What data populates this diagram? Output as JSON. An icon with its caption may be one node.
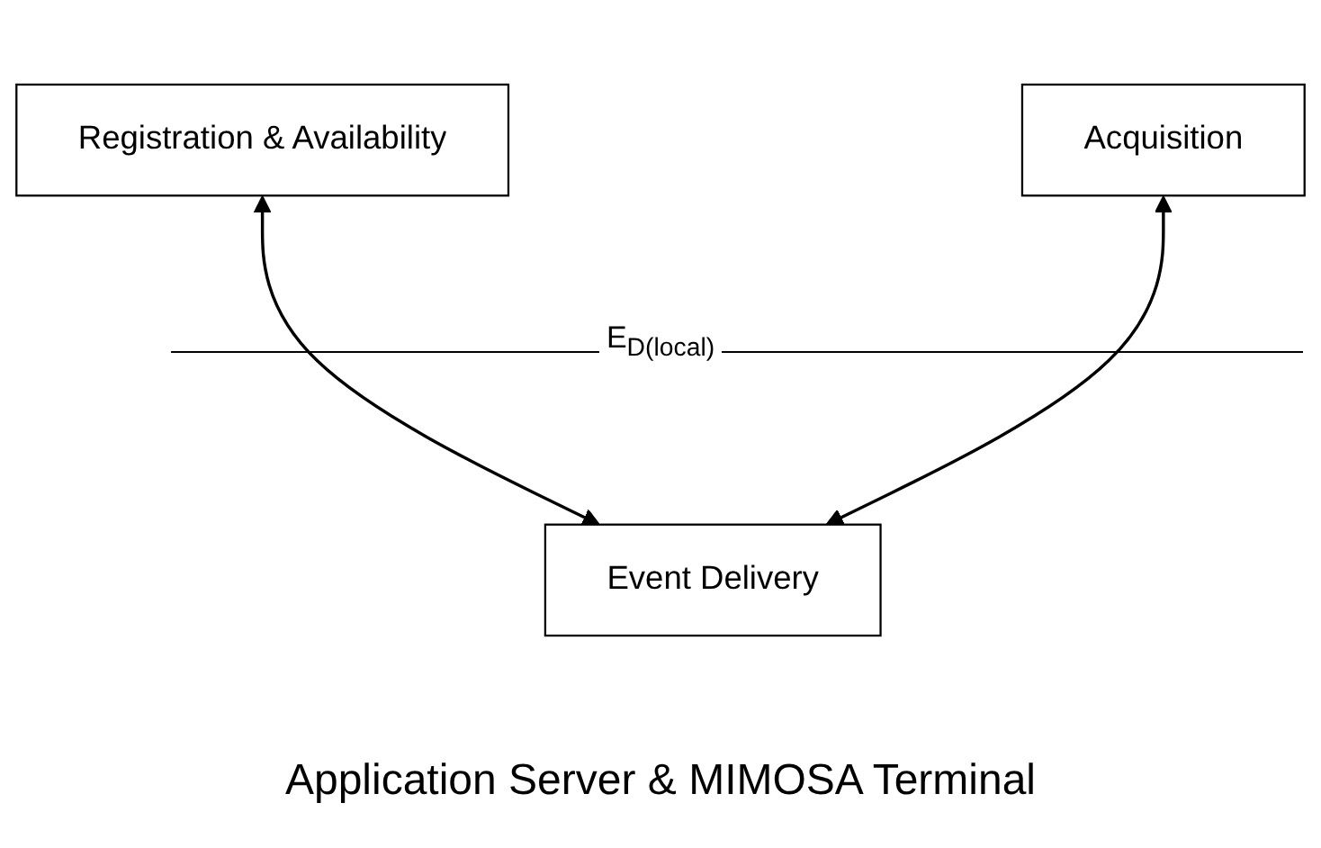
{
  "diagram": {
    "caption": "Application Server &  MIMOSA Terminal",
    "nodes": [
      {
        "text": [
          "Registration & Availability"
        ]
      },
      {
        "text": [
          "Acquisition"
        ]
      },
      {
        "text": [
          "Event Delivery"
        ]
      }
    ],
    "edges": [
      {
        "from": 0,
        "to": 2,
        "arrow": "both"
      },
      {
        "from": 1,
        "to": 2,
        "arrow": "both"
      }
    ],
    "labels": [
      "E$_{D(local)}$"
    ]
  }
}
